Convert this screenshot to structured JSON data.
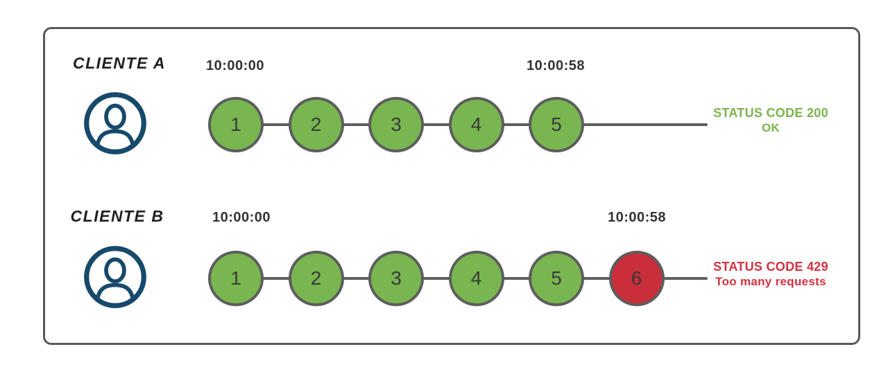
{
  "colors": {
    "success": "#78b64f",
    "error": "#c92e3b",
    "success_text": "#7ab44c",
    "error_text": "#d2323f",
    "icon_navy": "#17496b",
    "line_gray": "#5f5f5f"
  },
  "rows": [
    {
      "client_label": "CLIENTE A",
      "start_time": "10:00:00",
      "end_time": "10:00:58",
      "requests": [
        {
          "n": "1",
          "status": "ok"
        },
        {
          "n": "2",
          "status": "ok"
        },
        {
          "n": "3",
          "status": "ok"
        },
        {
          "n": "4",
          "status": "ok"
        },
        {
          "n": "5",
          "status": "ok"
        }
      ],
      "status": {
        "line1": "STATUS CODE 200",
        "line2": "OK",
        "type": "success"
      }
    },
    {
      "client_label": "CLIENTE B",
      "start_time": "10:00:00",
      "end_time": "10:00:58",
      "requests": [
        {
          "n": "1",
          "status": "ok"
        },
        {
          "n": "2",
          "status": "ok"
        },
        {
          "n": "3",
          "status": "ok"
        },
        {
          "n": "4",
          "status": "ok"
        },
        {
          "n": "5",
          "status": "ok"
        },
        {
          "n": "6",
          "status": "blocked"
        }
      ],
      "status": {
        "line1": "STATUS CODE 429",
        "line2": "Too many requests",
        "type": "error"
      }
    }
  ]
}
